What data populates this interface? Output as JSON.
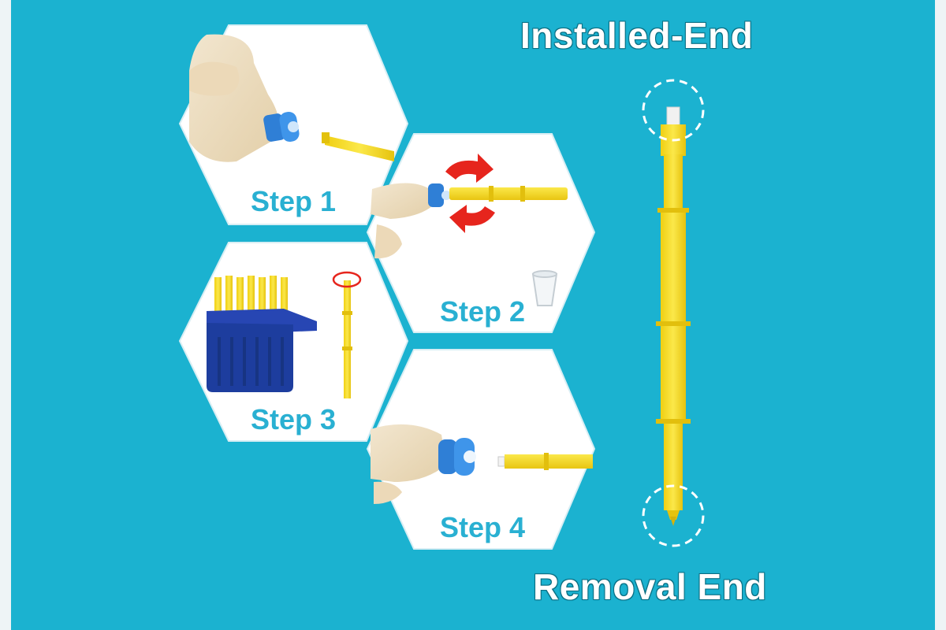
{
  "headline": {
    "installed_end": "Installed-End",
    "removal_end": "Removal End"
  },
  "steps": [
    {
      "label": "Step 1"
    },
    {
      "label": "Step 2"
    },
    {
      "label": "Step 3"
    },
    {
      "label": "Step 4"
    }
  ],
  "colors": {
    "background": "#1bb2d0",
    "hex_fill": "#ffffff",
    "step_text": "#29b0d2",
    "applicator_yellow": "#f5dc1c",
    "hearing_aid_blue": "#2f7fd6",
    "dispenser_blue": "#1d3d9e",
    "rotate_arrow_red": "#e6251d"
  },
  "icons": {
    "rotate": "rotate-arrows-icon",
    "callout": "dashed-circle-icon"
  }
}
